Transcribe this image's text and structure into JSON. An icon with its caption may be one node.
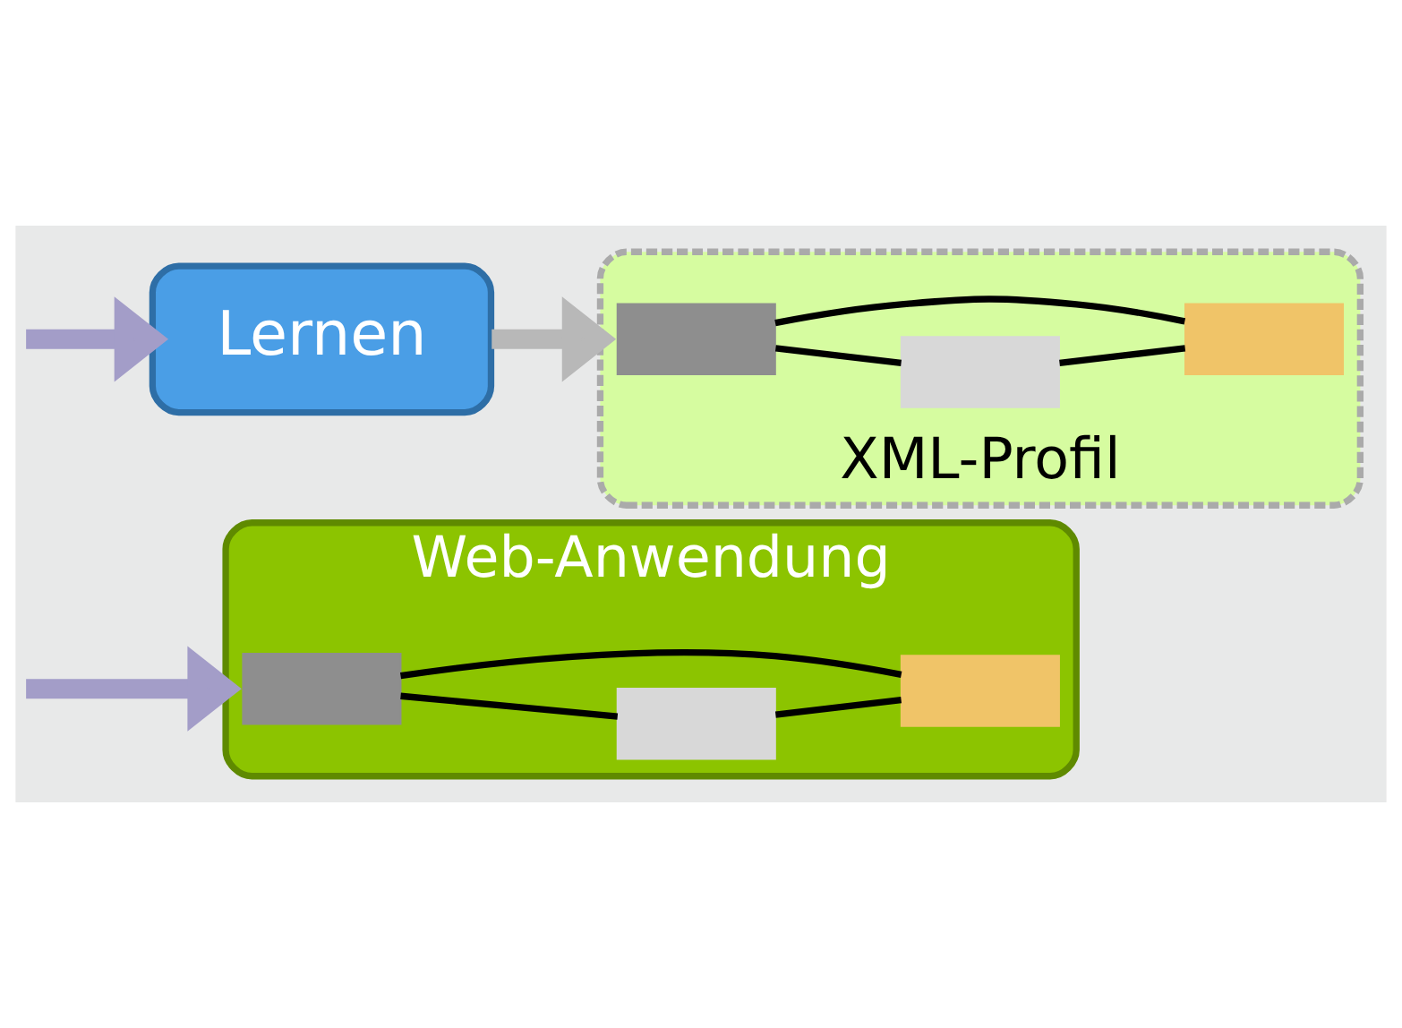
{
  "diagram": {
    "nodes": [
      {
        "text": [
          "Web-Anwendung"
        ]
      },
      {
        "text": [],
        "shape": "box",
        "in": 0
      },
      {
        "text": [],
        "shape": "box",
        "in": 0
      },
      {
        "text": [],
        "shape": "box",
        "in": 0
      },
      {
        "text": [
          "Lernen"
        ]
      },
      {
        "text": [
          "XML-Profil"
        ]
      },
      {
        "text": [],
        "shape": "box",
        "in": 5
      },
      {
        "text": [],
        "shape": "box",
        "in": 5
      },
      {
        "text": [],
        "shape": "box",
        "in": 5
      }
    ],
    "edges": [
      {
        "from": null,
        "to": 0,
        "arrow": "to",
        "style": "thick",
        "color": "#a39dc8"
      },
      {
        "from": null,
        "to": 4,
        "arrow": "to",
        "style": "thick",
        "color": "#a39dc8"
      },
      {
        "from": 4,
        "to": 5,
        "arrow": "to",
        "style": "thick",
        "color": "#b8b8b8"
      },
      {
        "from": 1,
        "to": 2,
        "arrow": "none"
      },
      {
        "from": 2,
        "to": 3,
        "arrow": "none"
      },
      {
        "from": 1,
        "to": 3,
        "arrow": "none"
      },
      {
        "from": 6,
        "to": 7,
        "arrow": "none"
      },
      {
        "from": 7,
        "to": 8,
        "arrow": "none"
      },
      {
        "from": 6,
        "to": 8,
        "arrow": "none"
      }
    ]
  }
}
